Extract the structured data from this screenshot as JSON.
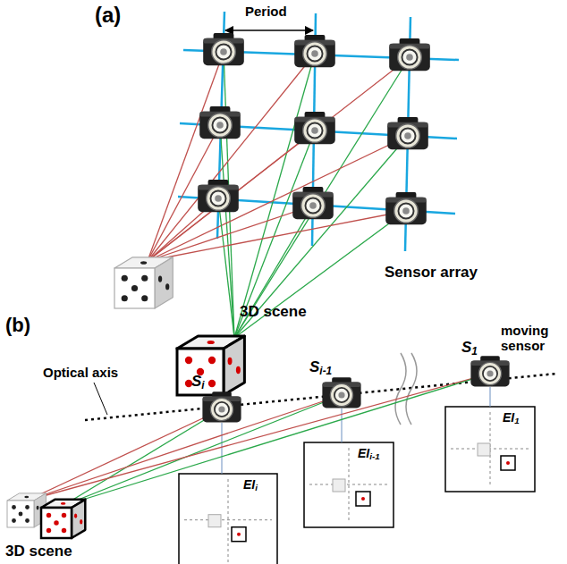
{
  "diagram": {
    "labels": [
      "(a)",
      "Period",
      "Sensor array",
      "3D scene",
      "(b)",
      "Optical axis",
      "moving sensor",
      "Si",
      "Si-1",
      "S1",
      "EIi",
      "EIi-1",
      "EI1",
      "3D scene"
    ]
  }
}
